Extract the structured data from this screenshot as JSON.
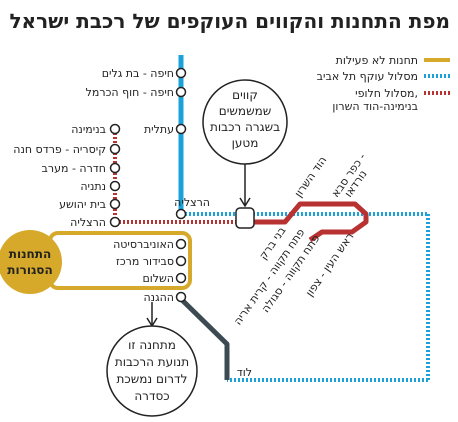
{
  "title": "מפת התחנות והקווים העוקפים של רכבת ישראל",
  "colors": {
    "main_line": "#1ba3d9",
    "bypass_line": "#1ba3d9",
    "alt_line": "#b83232",
    "closed": "#d6a92a",
    "lod_line": "#3c4a52",
    "text": "#222222"
  },
  "legend": {
    "inactive_stations": "תחנות לא פעילות",
    "bypass_route": "מסלול עוקף תל אביב",
    "alt_route_line1": "מסלול חלופי,",
    "alt_route_line2": "בנימינה-הוד השרון"
  },
  "callouts": {
    "diesel_line1": "קווים",
    "diesel_line2": "שמשמשים",
    "diesel_line3": "בשגרה רכבות",
    "diesel_line4": "מטען",
    "south_line1": "מתחנה זו",
    "south_line2": "תנועת הרכבות",
    "south_line3": "לדרום נמשכת",
    "south_line4": "כסדרה"
  },
  "closed_label_line1": "התחנות",
  "closed_label_line2": "הסגורות",
  "stations": {
    "haifa_bat_galim": "חיפה - בת גלים",
    "haifa_hof_hacarmel": "חיפה - חוף הכרמל",
    "atlit": "עתלית",
    "binyamina": "בנימינה",
    "caesarea": "קיסריה - פרדס חנה",
    "hadera": "חדרה - מערב",
    "netanya": "נתניה",
    "beit_yehoshua": "בית יהושע",
    "herzliya_left": "הרצליה",
    "herzliya_main": "הרצליה",
    "university": "האוניברסיטה",
    "savidor": "סבידור מרכז",
    "hashalom": "השלום",
    "hahagana": "ההגנה",
    "lod": "לוד",
    "hod_hasharon": "הוד השרון",
    "kfar_saba": "כפר סבא -",
    "kfar_saba2": "נורדאו",
    "bnei_brak": "בני ברק",
    "pt_kiryat_arye": "פתח תקווה - קרית אריה",
    "pt_segula": "פתח תקווה - סגולה",
    "rosh_haayin": "ראש העין - צפון"
  }
}
